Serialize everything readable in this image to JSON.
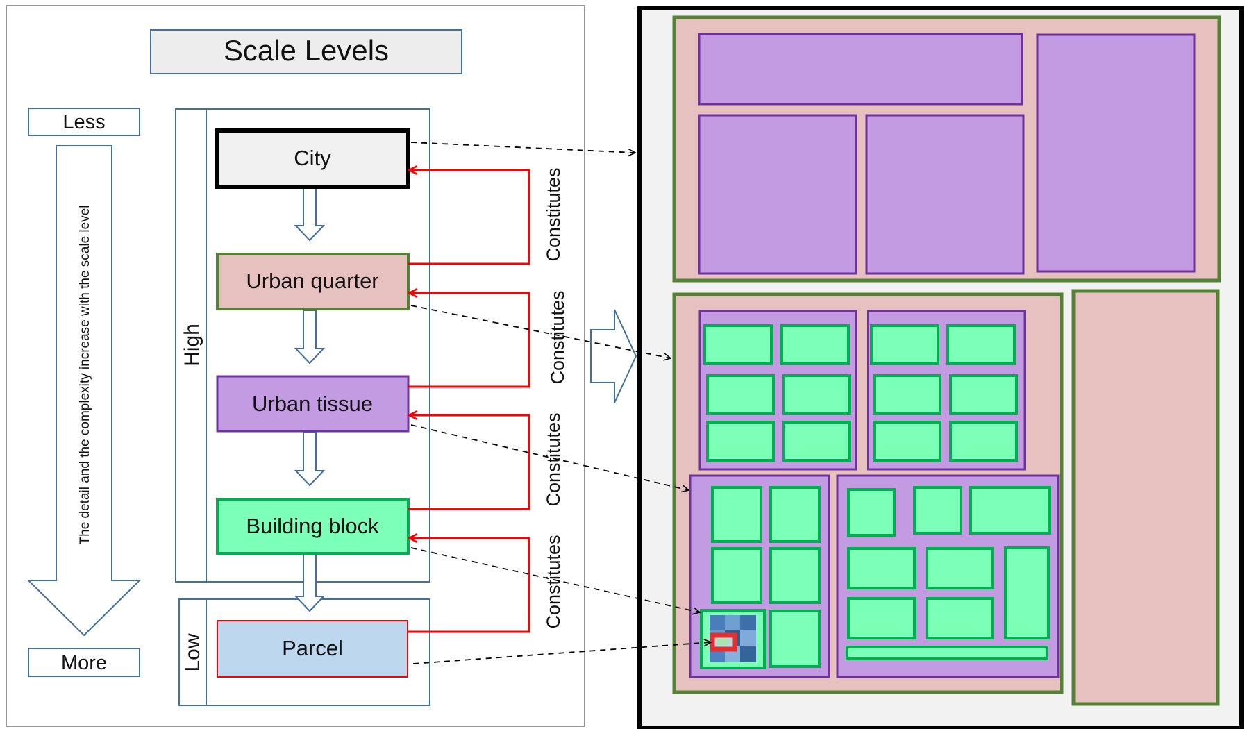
{
  "diagram": {
    "title": "Scale Levels",
    "complexity": {
      "top_label": "Less",
      "bottom_label": "More",
      "arrow_text": "The detail and the complexity increase with the scale level"
    },
    "groups": {
      "high": "High",
      "low": "Low"
    },
    "levels": [
      {
        "id": "city",
        "label": "City",
        "fill": "#F0F0F0",
        "border": "#000000"
      },
      {
        "id": "urban-quarter",
        "label": "Urban quarter",
        "fill": "#E6C1BF",
        "border": "#548235"
      },
      {
        "id": "urban-tissue",
        "label": "Urban tissue",
        "fill": "#C29BE2",
        "border": "#7030A0"
      },
      {
        "id": "building-block",
        "label": "Building block",
        "fill": "#7CFFB6",
        "border": "#00B050"
      },
      {
        "id": "parcel",
        "label": "Parcel",
        "fill": "#BDD7EE",
        "border": "#FF0000"
      }
    ],
    "relation_label": "Constitutes",
    "colors": {
      "constitutes": "#FF0000",
      "down_arrow": "#41719C",
      "frame": "#41719C",
      "map_frame": "#000000",
      "map_background": "#F2F2F2"
    }
  }
}
